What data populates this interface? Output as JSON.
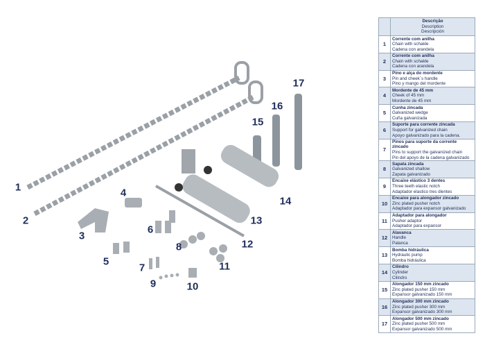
{
  "header": {
    "pt": "Descrição",
    "en": "Description",
    "es": "Descripción"
  },
  "items": [
    {
      "n": "1",
      "pt": "Corrente com anilha",
      "en": "Chain with schakle",
      "es": "Cadena con arandela"
    },
    {
      "n": "2",
      "pt": "Corrente com anilha",
      "en": "Chain with schakle",
      "es": "Cadena con arandela"
    },
    {
      "n": "3",
      "pt": "Pino e alça do mordente",
      "en": "Pin and cheek´s handle",
      "es": "Pino y mango del mordente"
    },
    {
      "n": "4",
      "pt": "Mordente de 45 mm",
      "en": "Cheek of 45 mm",
      "es": "Mordente de 45 mm"
    },
    {
      "n": "5",
      "pt": "Cunha zincada",
      "en": "Galvanized wedge",
      "es": "Cuña galvanizada"
    },
    {
      "n": "6",
      "pt": "Suporte para corrente zincada",
      "en": "Support for galvanized chain",
      "es": "Apoyo galvanizado para la cadena."
    },
    {
      "n": "7",
      "pt": "Pinos para suporte da corrente zincado",
      "en": "Pins to support the galvanized chain",
      "es": "Pin del apoyo de la cadena galvanizado"
    },
    {
      "n": "8",
      "pt": "Sapata zincada",
      "en": "Galvanized shallow",
      "es": "Zapata galvanizado"
    },
    {
      "n": "9",
      "pt": "Encaixe elástico 3 dentes",
      "en": "Three teeth elastic notch",
      "es": "Adaptador elastico tres dientes"
    },
    {
      "n": "10",
      "pt": "Encaixe para alongador zincado",
      "en": "Zinc plated pusher notch",
      "es": "Adaptador para expansor galvanizado"
    },
    {
      "n": "11",
      "pt": "Adaptador para alongador",
      "en": "Pusher adaptor",
      "es": "Adaptador para expansor"
    },
    {
      "n": "12",
      "pt": "Alavanca",
      "en": "Handle",
      "es": "Palanca"
    },
    {
      "n": "13",
      "pt": "Bomba hidráulica",
      "en": "Hydraulic pump",
      "es": "Bomba hidráulica"
    },
    {
      "n": "14",
      "pt": "Cilindro",
      "en": "Cylinder",
      "es": "Cilindro"
    },
    {
      "n": "15",
      "pt": "Alongador 150 mm zincado",
      "en": "Zinc plated pusher 150 mm",
      "es": "Expansor galvanizado 150 mm"
    },
    {
      "n": "16",
      "pt": "Alongador 300 mm zincado",
      "en": "Zinc plated pusher 300 mm",
      "es": "Expansor galvanizado 300 mm"
    },
    {
      "n": "17",
      "pt": "Alongador 500 mm zincado",
      "en": "Zinc plated pusher 500 mm",
      "es": "Expansor galvanizado 500 mm"
    }
  ]
}
